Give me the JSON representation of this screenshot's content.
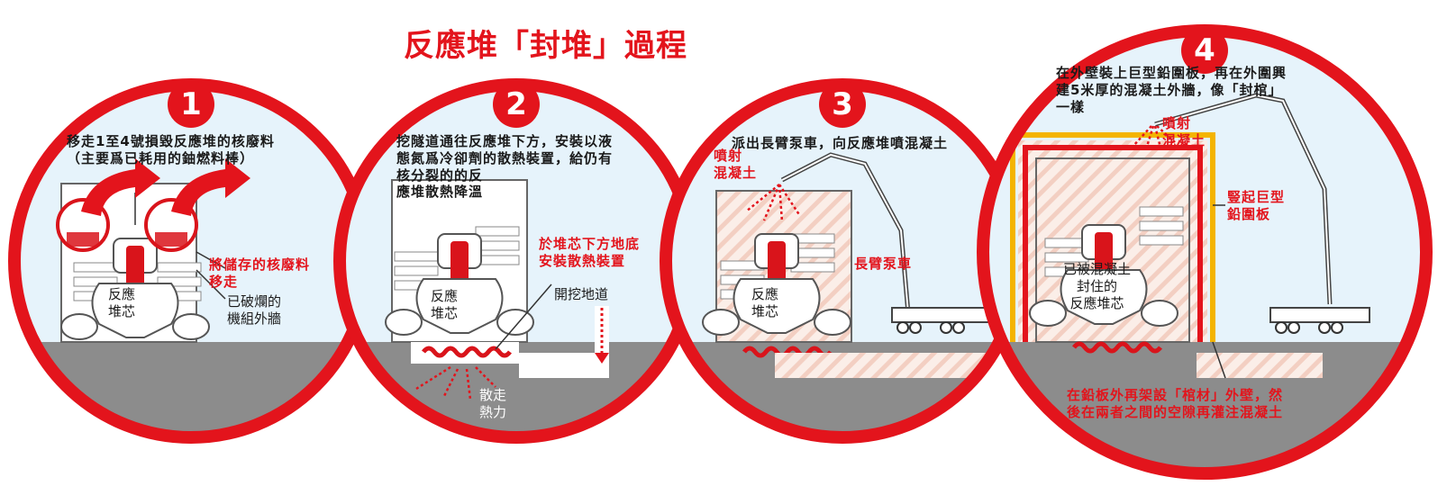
{
  "title": "反應堆「封堆」過程",
  "colors": {
    "accent": "#e3141c",
    "ground": "#8c8c8c",
    "sky": "#e6f3fb",
    "beam": "#f4b400"
  },
  "steps": [
    {
      "number": "1",
      "desc": "移走1至4號損毀反應堆的核廢料\n（主要爲已耗用的鈾燃料棒）",
      "note_red": "將儲存的核廢料\n移走",
      "note": "已破爛的\n機組外牆",
      "core": "反應\n堆芯"
    },
    {
      "number": "2",
      "desc": "挖隧道通往反應堆下方，安裝以液\n態氮爲冷卻劑的散熱裝置，給仍有\n核分裂的的反\n應堆散熱降溫",
      "note_red": "於堆芯下方地底\n安裝散熱裝置",
      "tunnel": "開挖地道",
      "heat": "散走\n熱力",
      "core": "反應\n堆芯"
    },
    {
      "number": "3",
      "desc": "派出長臂泵車，向反應堆噴混凝土",
      "spray": "噴射\n混凝土",
      "truck": "長臂泵車",
      "core": "反應\n堆芯"
    },
    {
      "number": "4",
      "desc": "在外壁裝上巨型鉛圍板，再在外圍興\n建5米厚的混凝土外牆，像「封棺」\n一樣",
      "spray": "噴射\n混凝土",
      "panel": "豎起巨型\n鉛圍板",
      "core": "已被混凝土\n封住的\n反應堆芯",
      "bottom": "在鉛板外再架設「棺材」外壁，然\n後在兩者之間的空隙再灌注混凝土"
    }
  ]
}
